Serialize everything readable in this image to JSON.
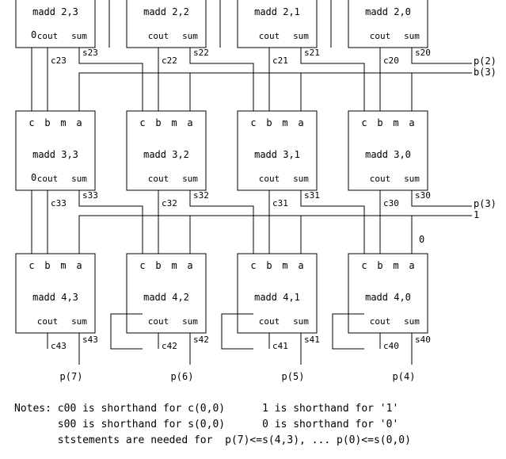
{
  "rows": [
    {
      "row": 2,
      "show_ports": false,
      "cells": [
        {
          "col": 3,
          "title": "madd 2,3"
        },
        {
          "col": 2,
          "title": "madd 2,2"
        },
        {
          "col": 1,
          "title": "madd 2,1"
        },
        {
          "col": 0,
          "title": "madd 2,0"
        }
      ],
      "carry_labels": [
        "c23",
        "c22",
        "c21",
        "c20"
      ],
      "sum_labels": [
        "s23",
        "s22",
        "s21",
        "s20"
      ],
      "left_constant": "0",
      "output_label": "p(2)",
      "broadcast_label": "b(3)"
    },
    {
      "row": 3,
      "show_ports": true,
      "cells": [
        {
          "col": 3,
          "title": "madd 3,3"
        },
        {
          "col": 2,
          "title": "madd 3,2"
        },
        {
          "col": 1,
          "title": "madd 3,1"
        },
        {
          "col": 0,
          "title": "madd 3,0"
        }
      ],
      "carry_labels": [
        "c33",
        "c32",
        "c31",
        "c30"
      ],
      "sum_labels": [
        "s33",
        "s32",
        "s31",
        "s30"
      ],
      "left_constant": "0",
      "output_label": "p(3)",
      "broadcast_label": "1"
    },
    {
      "row": 4,
      "show_ports": true,
      "cells": [
        {
          "col": 3,
          "title": "madd 4,3"
        },
        {
          "col": 2,
          "title": "madd 4,2"
        },
        {
          "col": 1,
          "title": "madd 4,1"
        },
        {
          "col": 0,
          "title": "madd 4,0"
        }
      ],
      "carry_labels": [
        "c43",
        "c42",
        "c41",
        "c40"
      ],
      "sum_labels": [
        "s43",
        "s42",
        "s41",
        "s40"
      ],
      "right_constant": "0"
    }
  ],
  "ports": {
    "inputs": [
      "c",
      "b",
      "m",
      "a"
    ],
    "outputs": [
      "cout",
      "sum"
    ]
  },
  "final_outputs": [
    "p(7)",
    "p(6)",
    "p(5)",
    "p(4)"
  ],
  "notes": {
    "prefix": "Notes:",
    "line1a": "c00 is shorthand for c(0,0)",
    "line1b": "1 is shorthand for '1'",
    "line2a": "s00 is shorthand for s(0,0)",
    "line2b": "0 is shorthand for '0'",
    "line3": "ststements are needed for  p(7)<=s(4,3), ... p(0)<=s(0,0)"
  }
}
